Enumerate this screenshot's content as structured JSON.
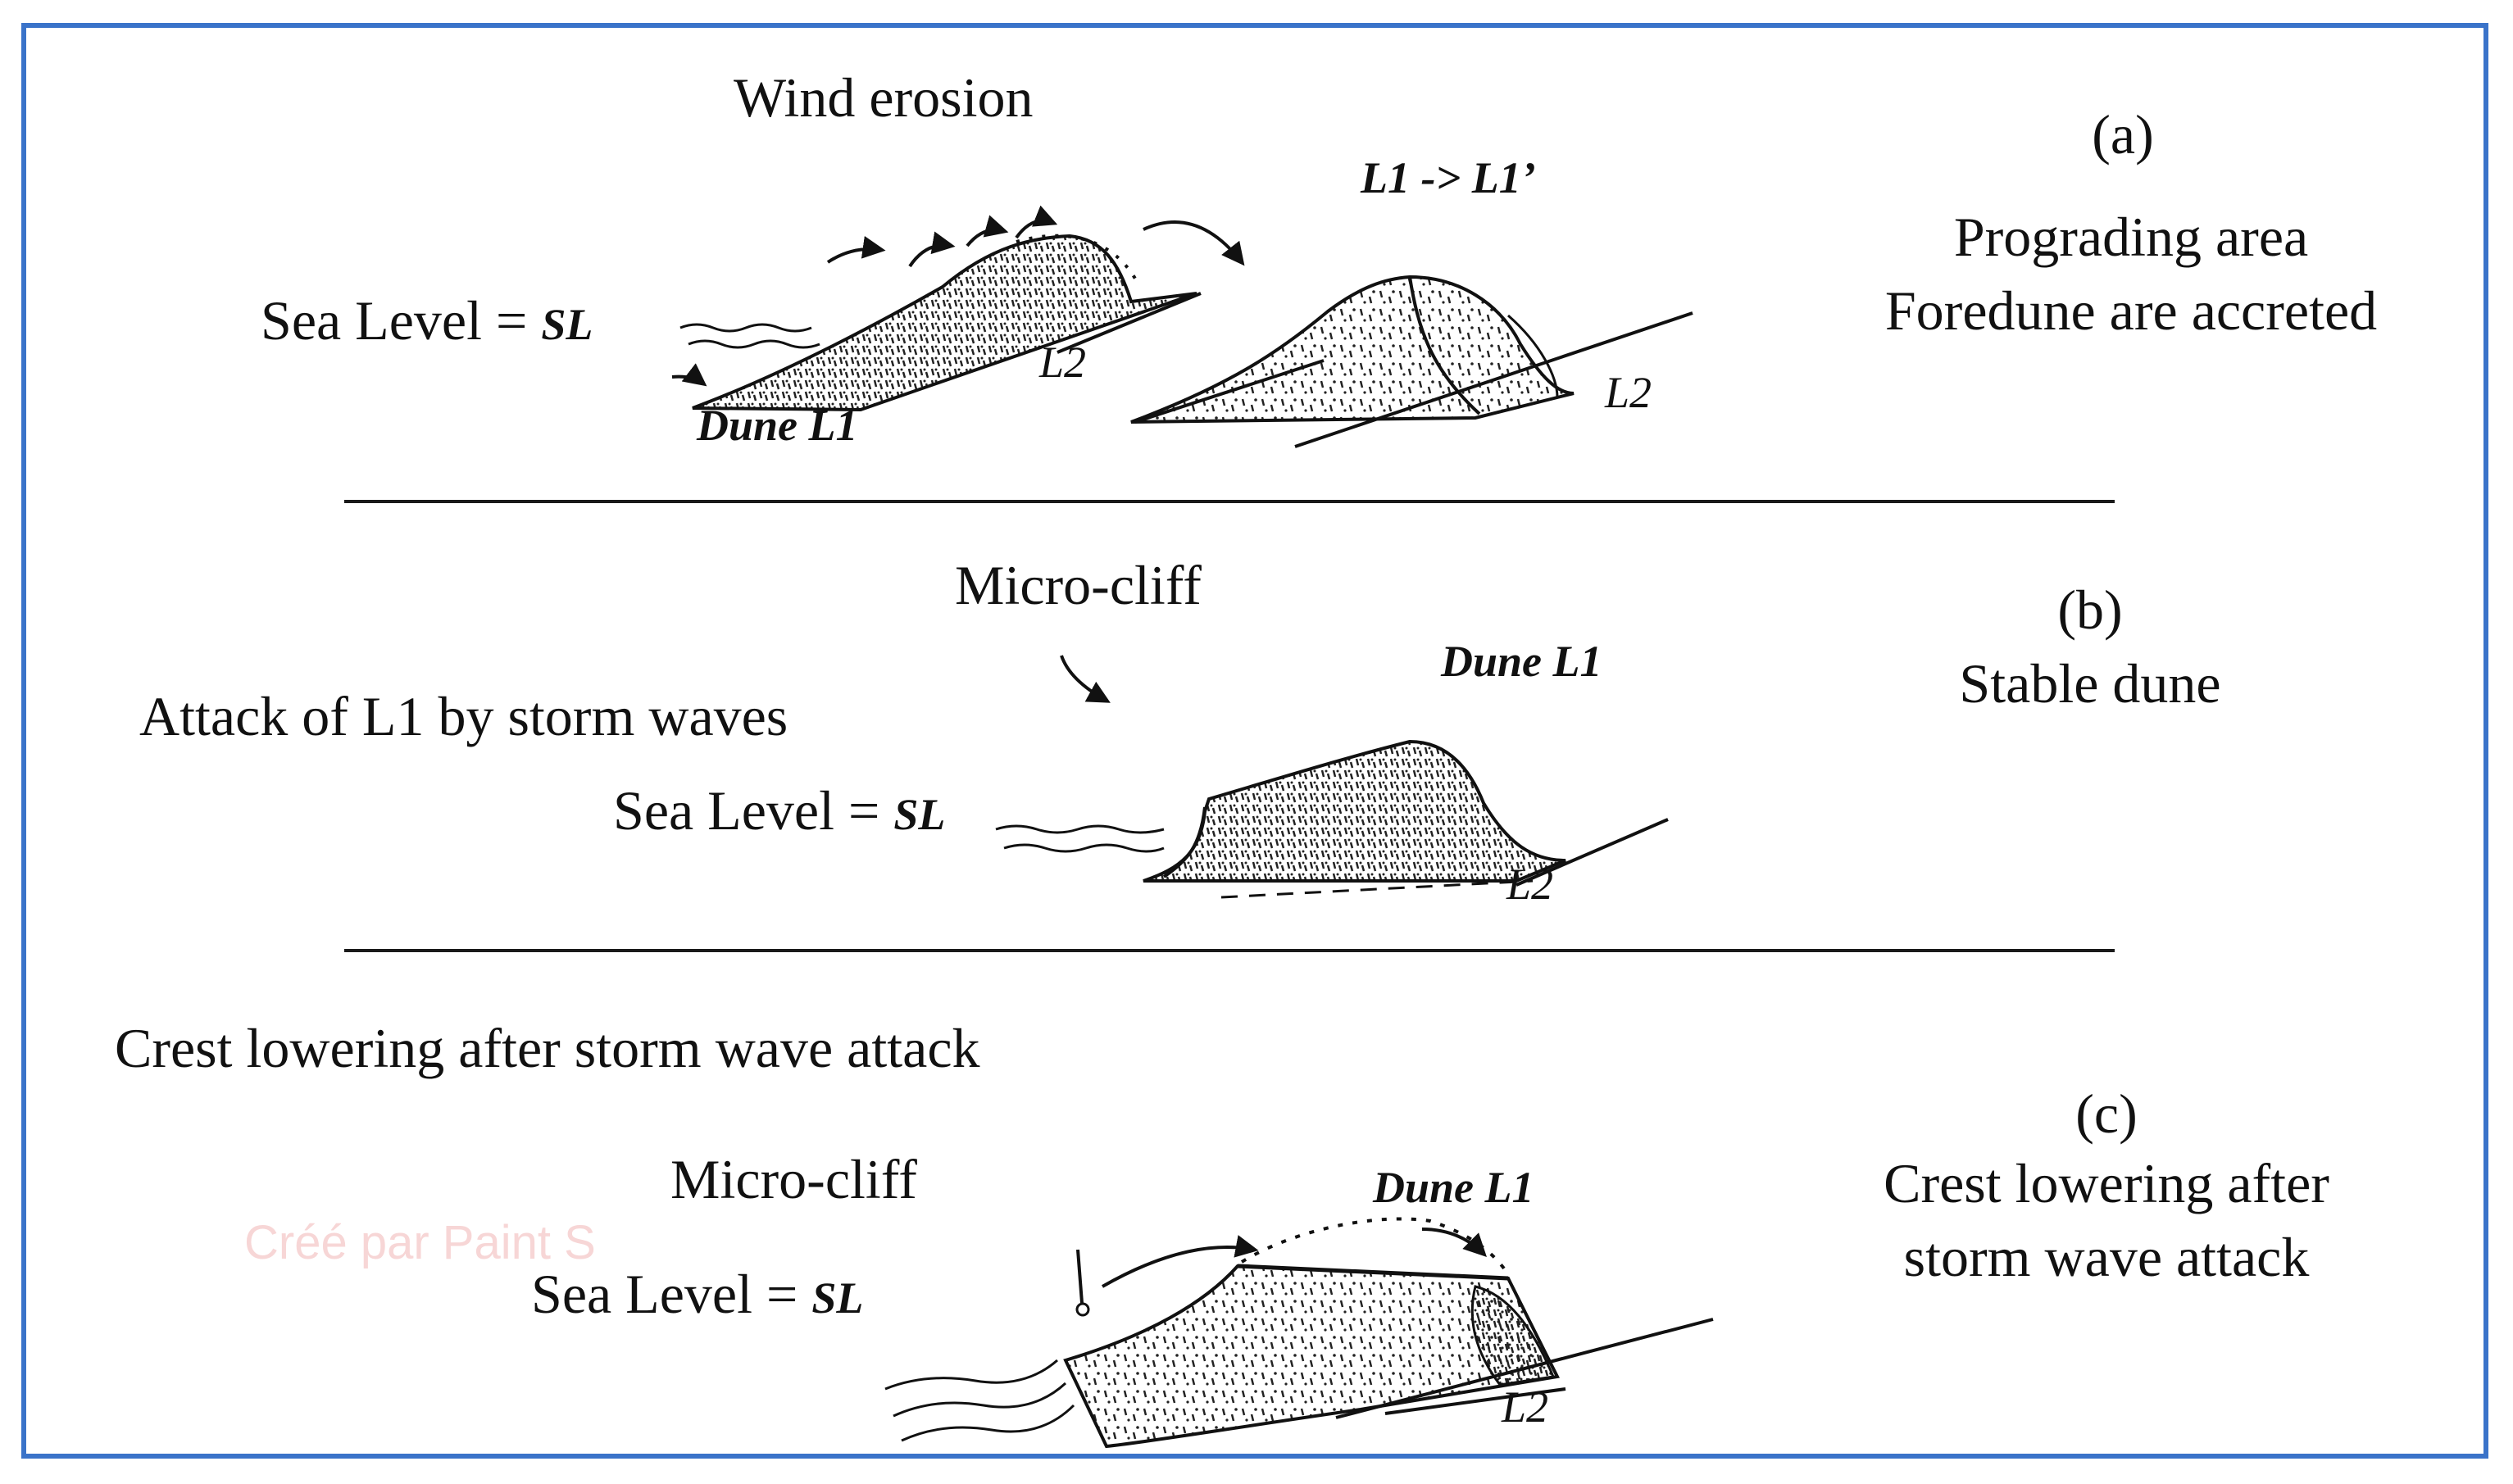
{
  "panel_a": {
    "title": "Wind erosion",
    "sea_level": "Sea Level = ",
    "sl": "SL",
    "dune": "Dune L1",
    "l2_left": "L2",
    "l2_right": "L2",
    "shift": "L1 -> L1’",
    "tag": "(a)",
    "desc_line1": "Prograding area",
    "desc_line2": "Foredune are accreted"
  },
  "panel_b": {
    "micro_cliff": "Micro-cliff",
    "attack": "Attack of L1 by storm waves",
    "sea_level": "Sea Level = ",
    "sl": "SL",
    "dune": "Dune L1",
    "l2": "L2",
    "tag": "(b)",
    "desc": "Stable dune"
  },
  "panel_c": {
    "title": "Crest lowering after storm wave attack",
    "micro_cliff": "Micro-cliff",
    "sea_level": "Sea Level = ",
    "sl": "SL",
    "dune": "Dune L1",
    "l2": "L2",
    "tag": "(c)",
    "desc_line1": "Crest lowering after",
    "desc_line2": "storm wave attack"
  },
  "watermark": "Créé par Paint S",
  "colors": {
    "frame": "#3a73c9",
    "ink": "#111111",
    "watermark": "#f7d6d6"
  }
}
